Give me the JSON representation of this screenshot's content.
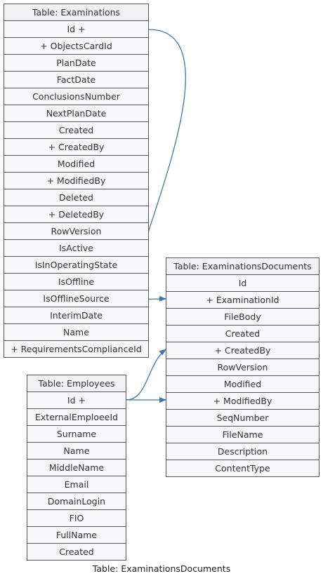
{
  "tables": {
    "examinations": {
      "title": "Table: Examinations",
      "fields": [
        "Id +",
        "+ ObjectsCardId",
        "PlanDate",
        "FactDate",
        "ConclusionsNumber",
        "NextPlanDate",
        "Created",
        "+ CreatedBy",
        "Modified",
        "+ ModifiedBy",
        "Deleted",
        "+ DeletedBy",
        "RowVersion",
        "IsActive",
        "IsInOperatingState",
        "IsOffline",
        "IsOfflineSource",
        "InterimDate",
        "Name",
        "+ RequirementsComplianceId"
      ]
    },
    "examinations_documents": {
      "title": "Table: ExaminationsDocuments",
      "fields": [
        "Id",
        "+ ExaminationId",
        "FileBody",
        "Created",
        "+ CreatedBy",
        "RowVersion",
        "Modified",
        "+ ModifiedBy",
        "SeqNumber",
        "FileName",
        "Description",
        "ContentType"
      ]
    },
    "employees": {
      "title": "Table: Employees",
      "fields": [
        "Id +",
        "ExternalEmploeeId",
        "Surname",
        "Name",
        "MiddleName",
        "Email",
        "DomainLogin",
        "FIO",
        "FullName",
        "Created"
      ]
    }
  },
  "caption": "Table: ExaminationsDocuments",
  "colors": {
    "link": "#3a78b5",
    "border": "#555555",
    "cell_bg": "#f7f7f9"
  }
}
